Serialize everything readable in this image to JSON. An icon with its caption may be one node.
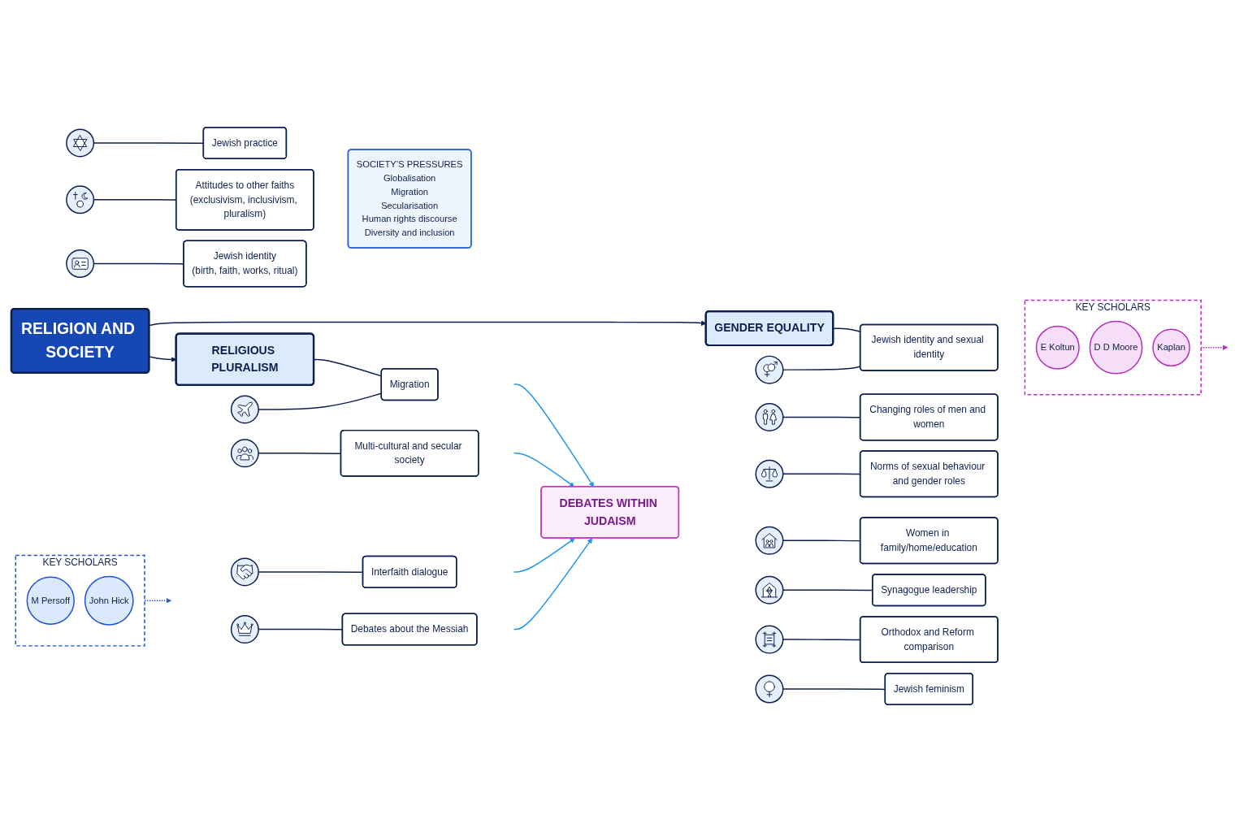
{
  "diagram": {
    "nodes": [
      {
        "text": [
          "RELIGION AND SOCIETY"
        ]
      },
      {
        "text": [
          "RELIGIOUS PLURALISM"
        ]
      },
      {
        "text": [
          "SOCIETY’S PRESSURES",
          "Globalisation",
          "Migration",
          "Secularisation",
          "Human rights discourse",
          "Diversity and inclusion"
        ]
      },
      {
        "text": [
          "GENDER EQUALITY"
        ]
      },
      {
        "text": [
          "KEY SCHOLARS"
        ]
      },
      {
        "text": [
          "M Persoff"
        ],
        "in": 4
      },
      {
        "text": [
          "John Hick"
        ],
        "in": 4
      },
      {
        "text": [],
        "shape": "circle"
      },
      {
        "text": [
          "Migration"
        ]
      },
      {
        "text": [],
        "shape": "circle"
      },
      {
        "text": [
          "Multi-cultural and secular society"
        ]
      },
      {
        "text": [],
        "shape": "circle"
      },
      {
        "text": [
          "Interfaith dialogue"
        ]
      },
      {
        "text": [],
        "shape": "circle"
      },
      {
        "text": [
          "Debates about the Messiah"
        ]
      },
      {
        "text": [],
        "shape": "circle"
      },
      {
        "text": [
          "Jewish practice"
        ]
      },
      {
        "text": [],
        "shape": "circle"
      },
      {
        "text": [
          "Attitudes to other faiths",
          "(exclusivism, inclusivism, pluralism)"
        ]
      },
      {
        "text": [],
        "shape": "circle"
      },
      {
        "text": [
          "Jewish identity",
          "(birth, faith, works, ritual)"
        ]
      },
      {
        "text": [
          "DEBATES WITHIN JUDAISM"
        ]
      },
      {
        "text": [],
        "shape": "circle"
      },
      {
        "text": [
          "Jewish identity and sexual identity"
        ]
      },
      {
        "text": [],
        "shape": "circle"
      },
      {
        "text": [
          "Changing roles of men and women"
        ]
      },
      {
        "text": [],
        "shape": "circle"
      },
      {
        "text": [
          "Norms of sexual behaviour and gender roles"
        ]
      },
      {
        "text": [],
        "shape": "circle"
      },
      {
        "text": [
          "Women in family/home/education"
        ]
      },
      {
        "text": [],
        "shape": "circle"
      },
      {
        "text": [
          "Synagogue leadership"
        ]
      },
      {
        "text": [],
        "shape": "circle"
      },
      {
        "text": [
          "Orthodox and Reform comparison"
        ]
      },
      {
        "text": [],
        "shape": "circle"
      },
      {
        "text": [
          "Jewish feminism"
        ]
      },
      {
        "text": [
          "KEY SCHOLARS"
        ]
      },
      {
        "text": [
          "E Koltun"
        ],
        "in": 36
      },
      {
        "text": [
          "D D Moore"
        ],
        "in": 36
      },
      {
        "text": [
          "Kaplan"
        ],
        "in": 36
      }
    ],
    "edges": [
      {
        "from": 0,
        "to": 1,
        "arrow": "to"
      },
      {
        "from": 0,
        "to": 3,
        "arrow": "to"
      },
      {
        "from": 1,
        "to": 8,
        "arrow": "none"
      },
      {
        "from": 7,
        "to": 8,
        "arrow": "none"
      },
      {
        "from": 9,
        "to": 10,
        "arrow": "none"
      },
      {
        "from": 11,
        "to": 12,
        "arrow": "none"
      },
      {
        "from": 13,
        "to": 14,
        "arrow": "none"
      },
      {
        "from": 15,
        "to": 16,
        "arrow": "none"
      },
      {
        "from": 17,
        "to": 18,
        "arrow": "none"
      },
      {
        "from": 19,
        "to": 20,
        "arrow": "none"
      },
      {
        "from": 3,
        "to": 23,
        "arrow": "none"
      },
      {
        "from": 22,
        "to": 23,
        "arrow": "none"
      },
      {
        "from": 24,
        "to": 25,
        "arrow": "none"
      },
      {
        "from": 26,
        "to": 27,
        "arrow": "none"
      },
      {
        "from": 28,
        "to": 29,
        "arrow": "none"
      },
      {
        "from": 30,
        "to": 31,
        "arrow": "none"
      },
      {
        "from": 32,
        "to": 33,
        "arrow": "none"
      },
      {
        "from": 34,
        "to": 35,
        "arrow": "none"
      },
      {
        "from": null,
        "to": 21,
        "arrow": "to",
        "color": "#1e96f0"
      },
      {
        "from": null,
        "to": 21,
        "arrow": "to",
        "color": "#1e96f0"
      },
      {
        "from": null,
        "to": 21,
        "arrow": "to",
        "color": "#1e96f0"
      },
      {
        "from": null,
        "to": 21,
        "arrow": "to",
        "color": "#1e96f0"
      },
      {
        "from": 4,
        "to": null,
        "arrow": "to",
        "style": "dashed",
        "color": "#2356d8"
      },
      {
        "from": 36,
        "to": null,
        "arrow": "to",
        "style": "dashed",
        "color": "#c026d3"
      }
    ]
  }
}
